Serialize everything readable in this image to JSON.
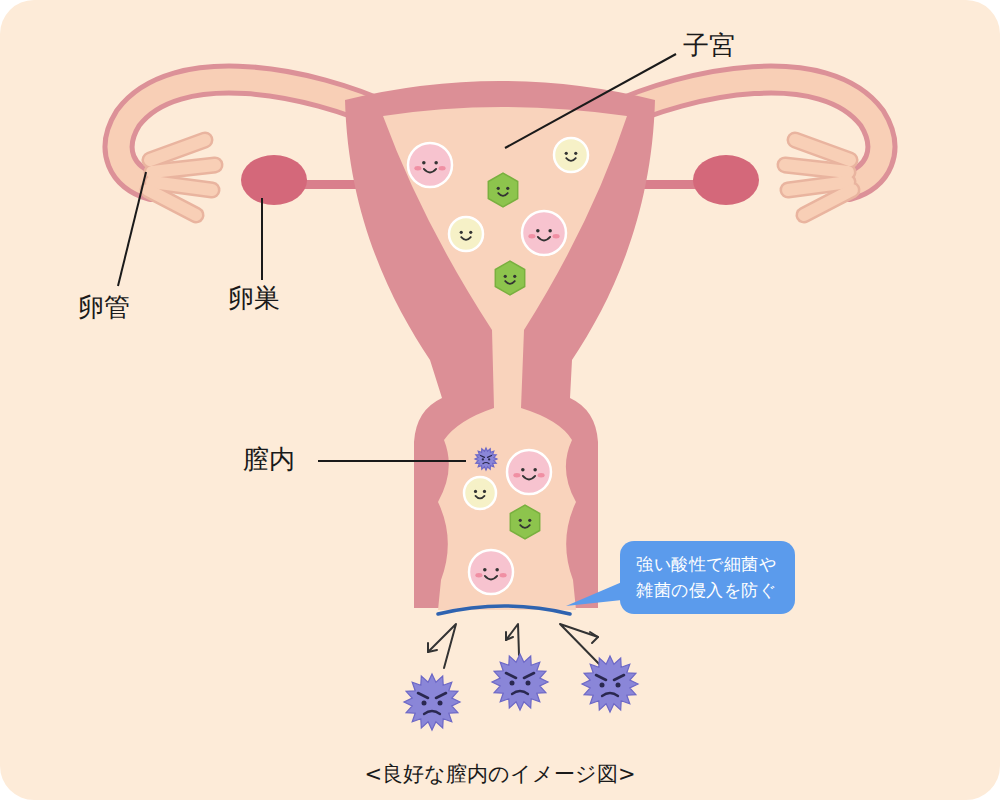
{
  "diagram": {
    "caption": "<良好な膣内のイメージ図>",
    "nodes": [
      {
        "text": [
          "強い酸性で細菌や 雑菌の侵入を防ぐ"
        ]
      }
    ],
    "labels": [
      "子宮",
      "卵管",
      "卵巣",
      "膣内"
    ]
  }
}
